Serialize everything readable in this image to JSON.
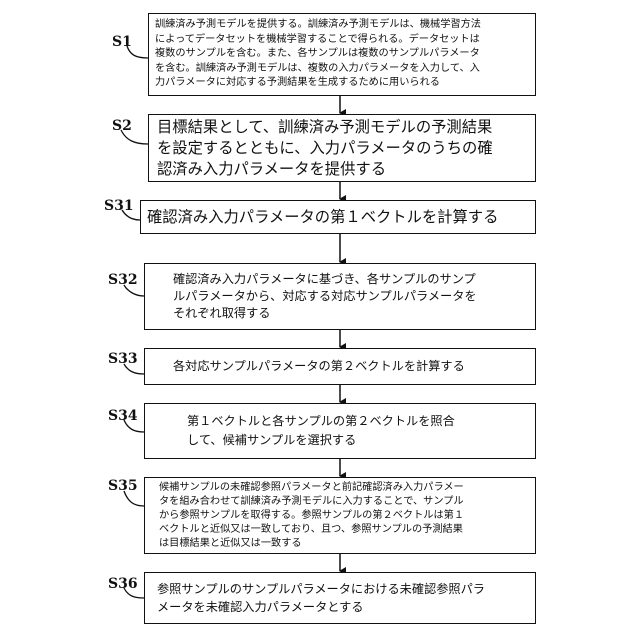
{
  "steps": [
    {
      "id": "S1",
      "text": "訓練済み予測モデルを提供する。訓練済み予測モデルは、機械学習方法\nによってデータセットを機械学習することで得られる。データセットは\n複数のサンプルを含む。また、各サンプルは複数のサンプルパラメータ\nを含む。訓練済み予測モデルは、複数の入力パラメータを入力して、入\n力パラメータに対応する予測結果を生成するために用いられる"
    },
    {
      "id": "S2",
      "text": "目標結果として、訓練済み予測モデルの予測結果\nを設定するとともに、入力パラメータのうちの確\n認済み入力パラメータを提供する"
    },
    {
      "id": "S31",
      "text": "確認済み入力パラメータの第１ベクトルを計算する"
    },
    {
      "id": "S32",
      "text": "確認済み入力パラメータに基づき、各サンプルのサンプ\nルパラメータから、対応する対応サンプルパラメータを\nそれぞれ取得する"
    },
    {
      "id": "S33",
      "text": "各対応サンプルパラメータの第２ベクトルを計算する"
    },
    {
      "id": "S34",
      "text": "第１ベクトルと各サンプルの第２ベクトルを照合\nして、候補サンプルを選択する"
    },
    {
      "id": "S35",
      "text": "候補サンプルの未確認参照パラメータと前記確認済み入力パラメー\nタを組み合わせて訓練済み予測モデルに入力することで、サンプル\nから参照サンプルを取得する。参照サンプルの第２ベクトルは第１\nベクトルと近似又は一致しており、且つ、参照サンプルの予測結果\nは目標結果と近似又は一致する"
    },
    {
      "id": "S36",
      "text": "参照サンプルのサンプルパラメータにおける未確認参照パラ\nメータを未確認入力パラメータとする"
    }
  ]
}
